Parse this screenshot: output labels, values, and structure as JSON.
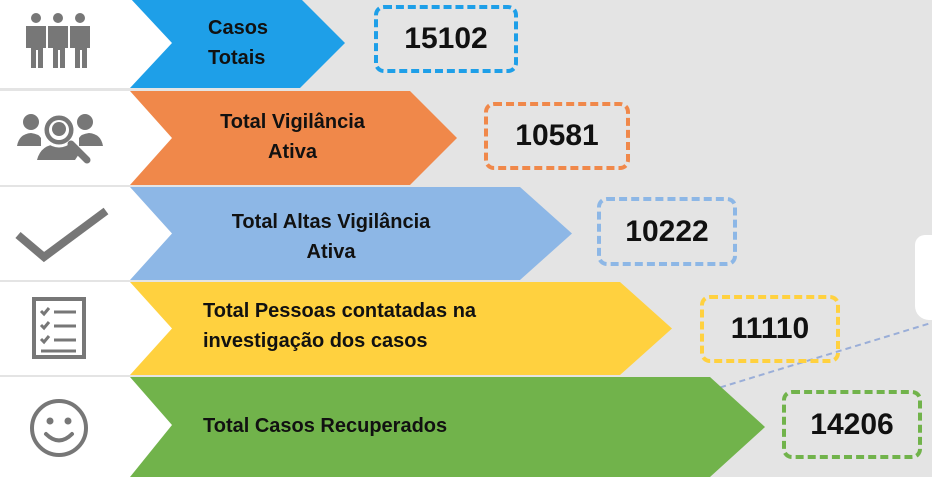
{
  "rows": [
    {
      "label_lines": [
        "Casos",
        "Totais"
      ],
      "value": "15102",
      "color": "#1e9fe8",
      "icon": "people-icon"
    },
    {
      "label_lines": [
        "Total Vigilância",
        "Ativa"
      ],
      "value": "10581",
      "color": "#f0884a",
      "icon": "people-search-icon"
    },
    {
      "label_lines": [
        "Total Altas Vigilância",
        "Ativa"
      ],
      "value": "10222",
      "color": "#8db7e6",
      "icon": "checkmark-icon"
    },
    {
      "label_lines": [
        "Total Pessoas contatadas na",
        "investigação dos casos"
      ],
      "value": "11110",
      "color": "#ffd13f",
      "icon": "checklist-icon"
    },
    {
      "label_lines": [
        "Total Casos Recuperados"
      ],
      "value": "14206",
      "color": "#71b34b",
      "icon": "smiley-icon"
    }
  ]
}
